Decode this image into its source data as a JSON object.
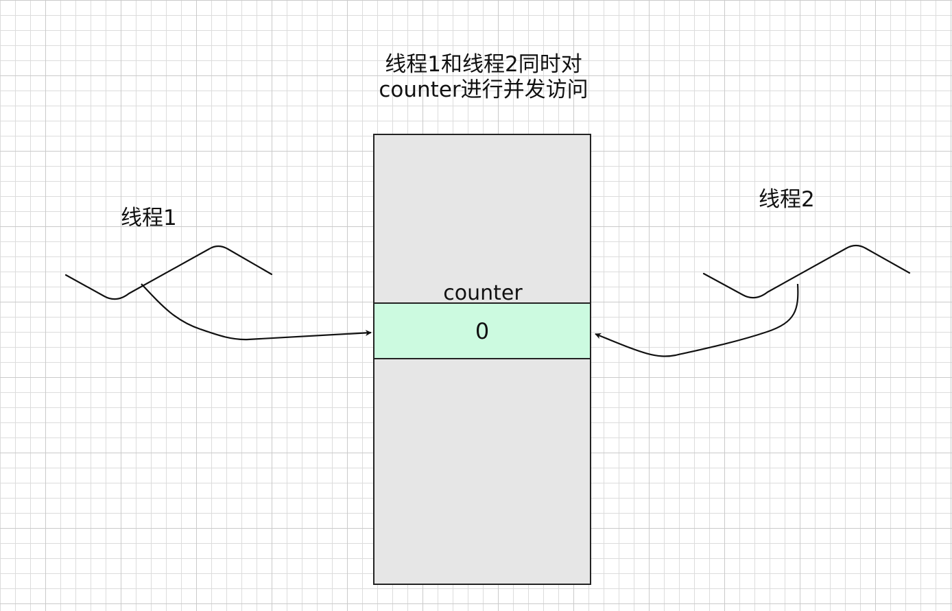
{
  "title": {
    "line1": "线程1和线程2同时对",
    "line2": "counter进行并发访问"
  },
  "thread1": {
    "label": "线程1"
  },
  "thread2": {
    "label": "线程2"
  },
  "counter": {
    "label": "counter",
    "value": "0"
  },
  "colors": {
    "memory_fill": "#e6e6e6",
    "counter_fill": "#ccfae0",
    "stroke": "#111111"
  },
  "icons": {
    "thread1": "wavy-thread-icon",
    "thread2": "wavy-thread-icon"
  }
}
